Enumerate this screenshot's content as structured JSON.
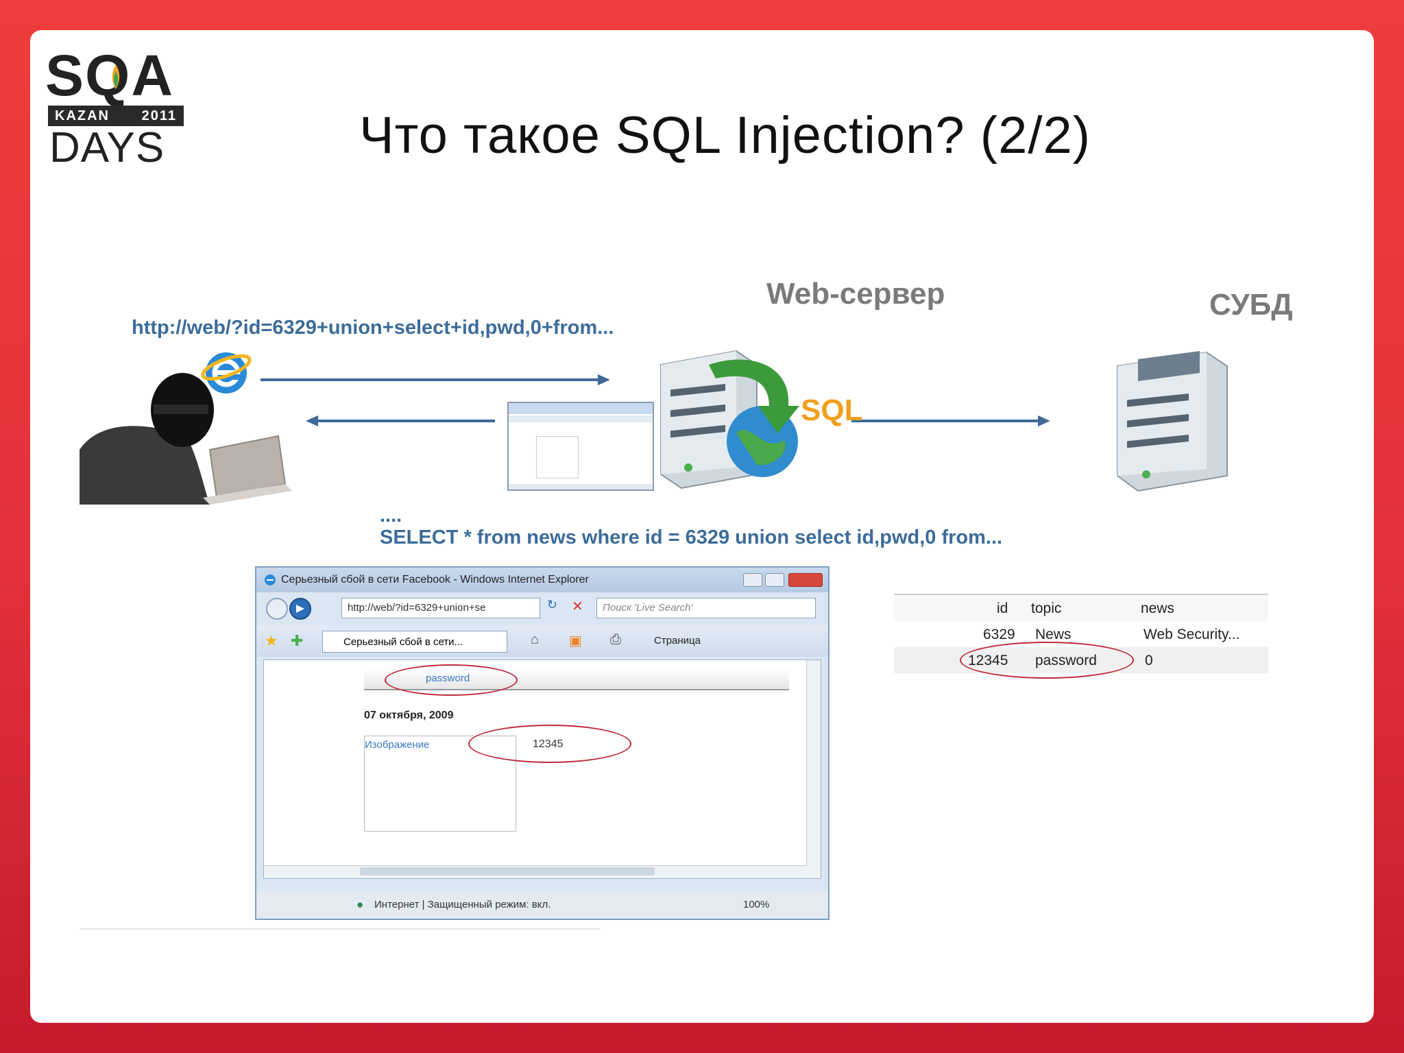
{
  "logo": {
    "top": "SQA",
    "city": "KAZAN",
    "year": "2011",
    "bottom": "DAYS"
  },
  "title": "Что такое SQL Injection?  (2/2)",
  "labels": {
    "webserver": "Web-сервер",
    "dbms": "СУБД",
    "sql": "SQL"
  },
  "request_url": "http://web/?id=6329+union+select+id,pwd,0+from...",
  "sql_query": {
    "dots": "....",
    "text": "SELECT * from news where id = 6329 union select id,pwd,0 from..."
  },
  "browser": {
    "title": "Серьезный сбой в сети Facebook - Windows Internet Explorer",
    "address": "http://web/?id=6329+union+se",
    "search_placeholder": "Поиск 'Live Search'",
    "tab_label": "Серьезный сбой в сети...",
    "page_menu": "Страница",
    "heading": "password",
    "date": "07 октября, 2009",
    "image_label": "Изображение",
    "value": "12345",
    "status": "Интернет | Защищенный режим: вкл.",
    "zoom": "100%"
  },
  "db_table": {
    "headers": [
      "id",
      "topic",
      "news"
    ],
    "rows": [
      [
        "6329",
        "News",
        "Web Security..."
      ],
      [
        "12345",
        "password",
        "0"
      ]
    ]
  },
  "colors": {
    "accent_red": "#e3303a",
    "link_blue": "#3c6c9a",
    "arrow_blue": "#3e6a98",
    "sql_orange": "#f0a020"
  }
}
